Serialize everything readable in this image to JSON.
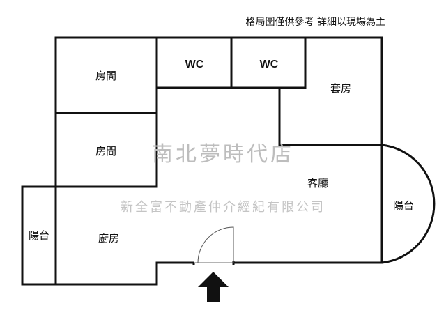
{
  "note": "格局圖僅供參考 詳細以現場為主",
  "watermark": {
    "primary": "南北夢時代店",
    "secondary": "新全富不動產仲介經紀有限公司"
  },
  "rooms": {
    "room1": "房間",
    "room2": "房間",
    "wc1": "WC",
    "wc2": "WC",
    "suite": "套房",
    "living": "客廳",
    "kitchen": "廚房",
    "balcony_left": "陽台",
    "balcony_right": "陽台"
  },
  "entrance": {
    "icon": "up-arrow-icon"
  }
}
